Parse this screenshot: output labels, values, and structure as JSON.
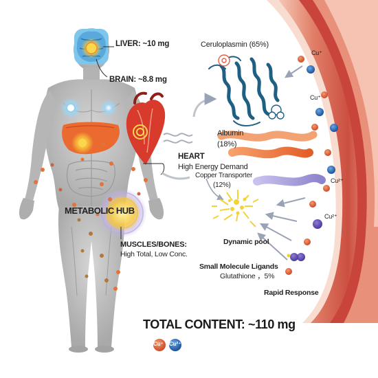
{
  "organs": {
    "liver": "LIVER: ~10 mg",
    "brain": "BRAIN: ~8.8 mg",
    "heart_title": "HEART",
    "heart_sub": "High Energy Demand",
    "hub": "METABOLIC HUB",
    "muscles_title": "MUSCLES/BONES:",
    "muscles_sub": "High Total, Low Conc."
  },
  "carriers": {
    "ceruloplasmin": "Ceruloplasmin (65%)",
    "albumin_name": "Albumin",
    "albumin_pct": "(18%)",
    "transporter_name": "Copper Transporter",
    "transporter_pct": "(12%)",
    "pool": "Dynamic pool",
    "ligands_name": "Small Molecule Ligands",
    "ligands_sub": "Glutathione ，5%",
    "rapid": "Rapid Response"
  },
  "ions": {
    "cu1": "Cu⁺",
    "cu2": "Cu²⁺"
  },
  "total": "TOTAL CONTENT: ~110 mg",
  "legend": {
    "cu_a": "Cu⁺",
    "cu_b": "Cu²⁺"
  },
  "colors": {
    "vessel": "#d9604e",
    "vessel_light": "#f3b9a6",
    "liver": "#e8652d",
    "heart": "#d83a2c",
    "ceruloplasmin": "#1e5f83",
    "albumin": "#ee7a3f",
    "transporter": "#9d94d4",
    "pool": "#f3d23a",
    "cu_ion": "#2c6fb8",
    "body": "#b9b9b9"
  }
}
